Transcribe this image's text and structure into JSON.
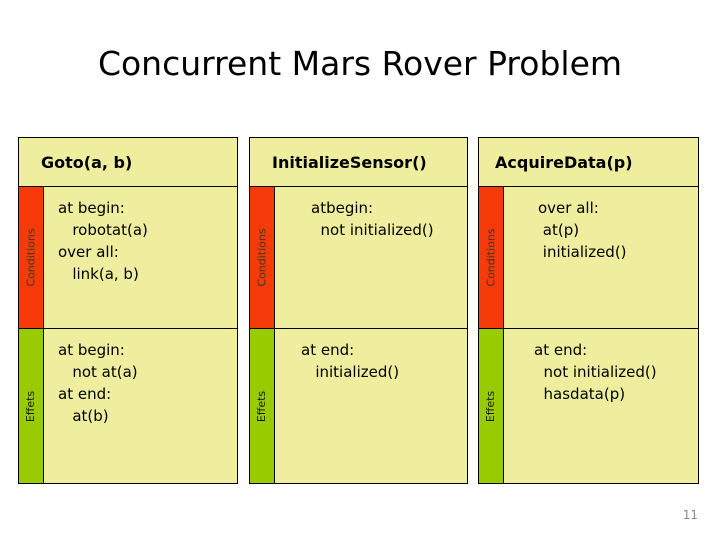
{
  "slide": {
    "title": "Concurrent Mars Rover Problem",
    "page_number": "11",
    "colors": {
      "table_fill": "#eeee9e",
      "conditions_label_fill": "#f63a0a",
      "effets_label_fill": "#99cc00",
      "border": "#000000",
      "page_number": "#8a8a8a"
    }
  },
  "row_labels": {
    "conditions": "Conditions",
    "effets": "Effets"
  },
  "operators": [
    {
      "name": "Goto(a, b)",
      "conditions": "at begin:\n   robotat(a)\nover all:\n   link(a, b)",
      "effets": "at begin:\n   not at(a)\nat end:\n   at(b)"
    },
    {
      "name": "InitializeSensor()",
      "conditions": "atbegin:\n  not initialized()",
      "effets": "at end:\n   initialized()"
    },
    {
      "name": "AcquireData(p)",
      "conditions": "over all:\n at(p)\n initialized()",
      "effets": "at end:\n  not initialized()\n  hasdata(p)"
    }
  ]
}
